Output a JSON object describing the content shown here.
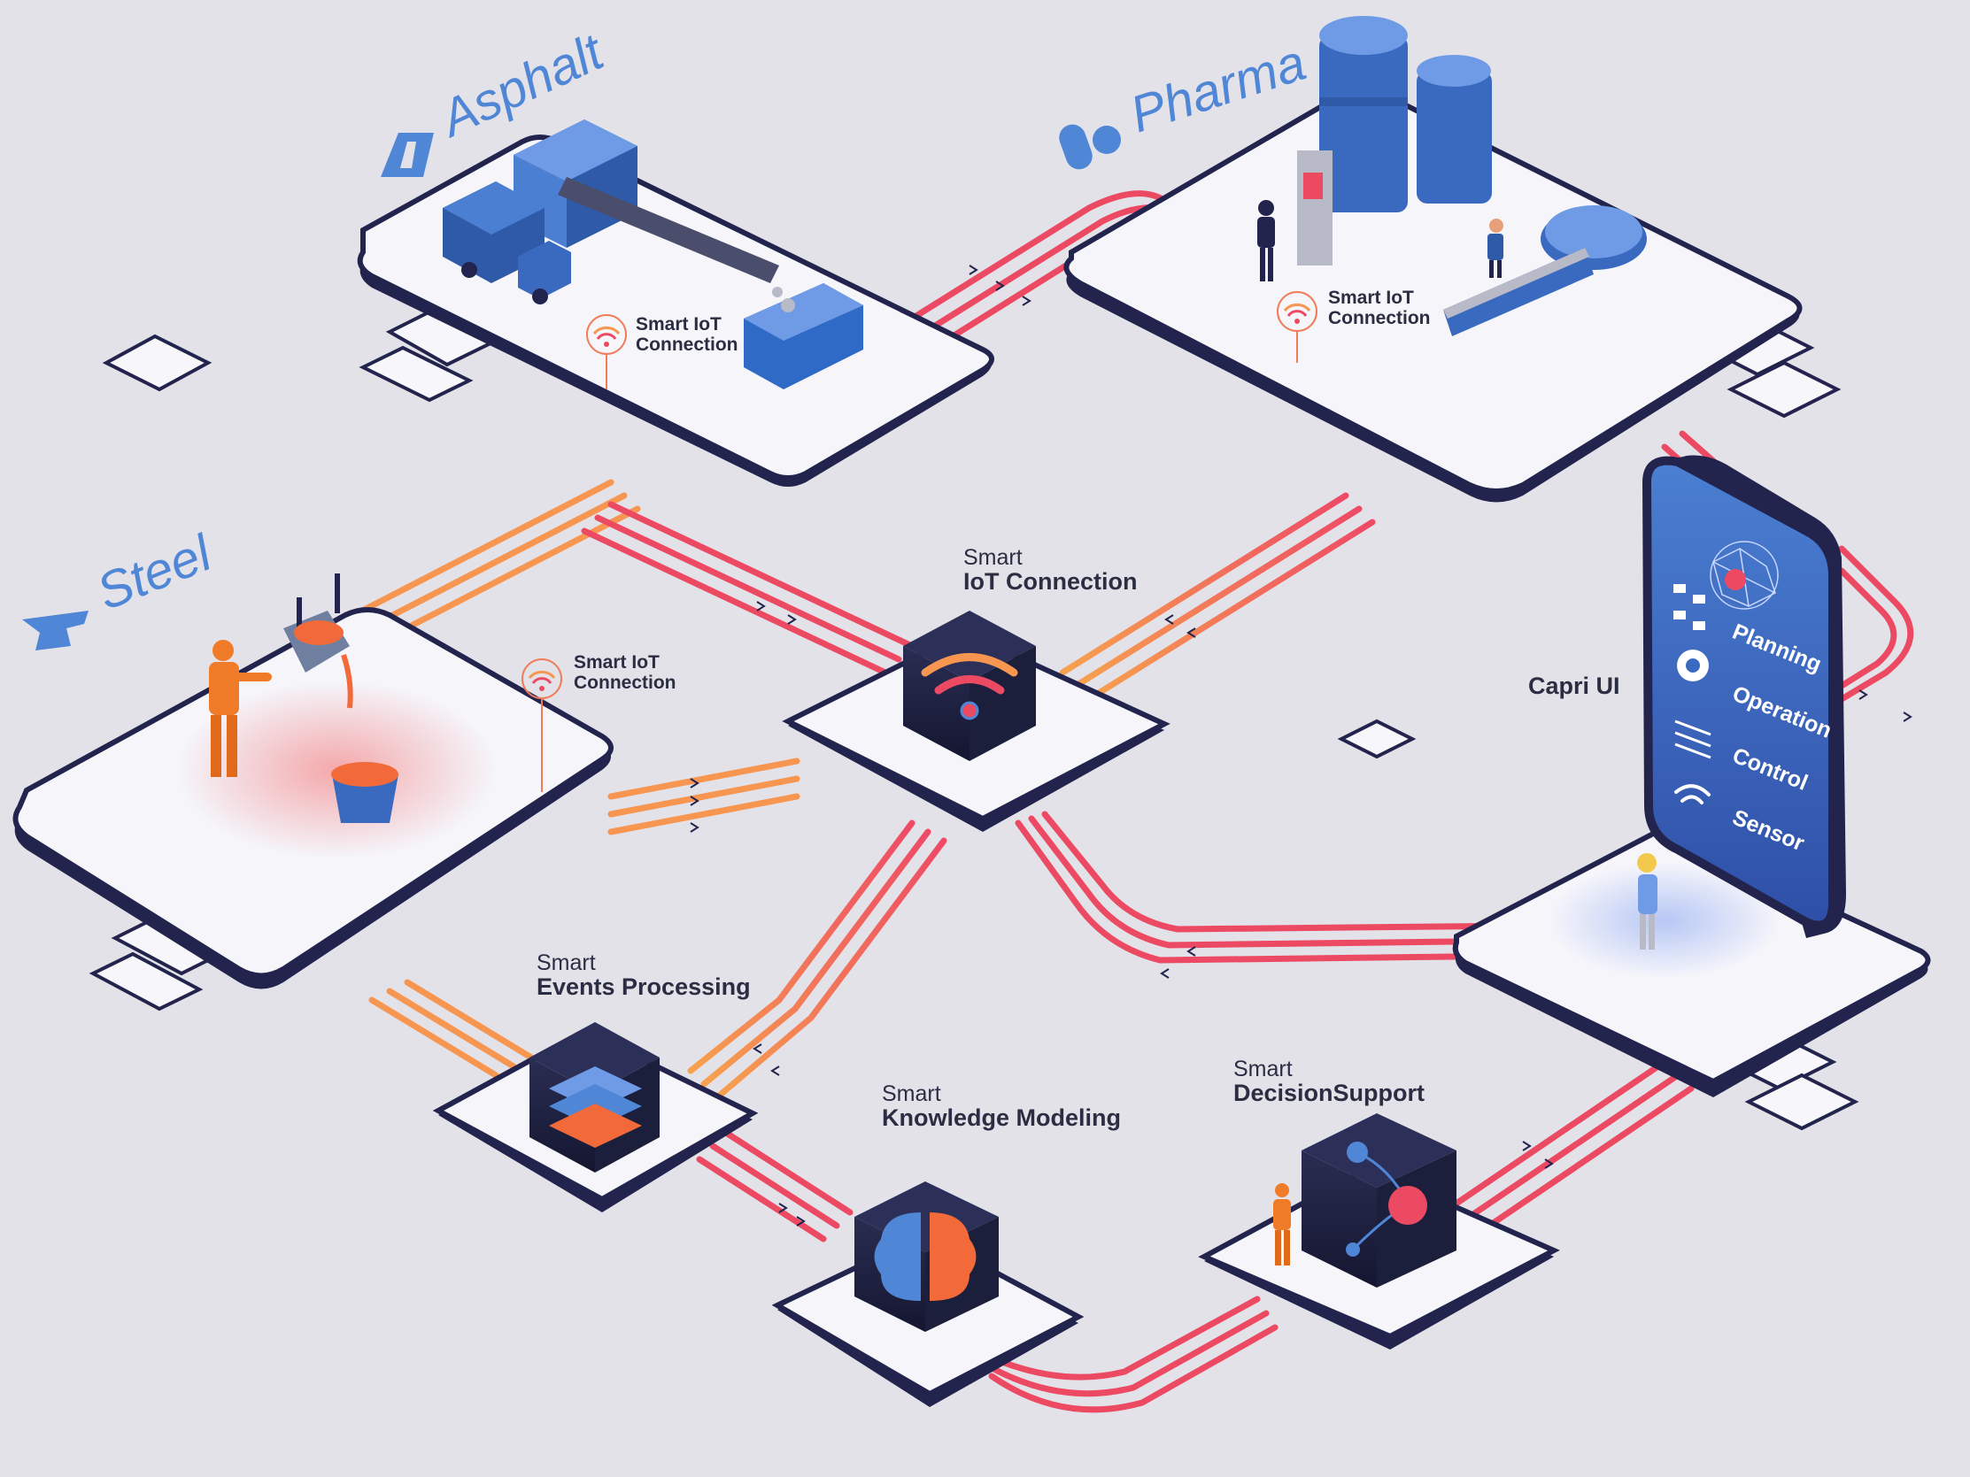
{
  "sectors": {
    "asphalt": "Asphalt",
    "pharma": "Pharma",
    "steel": "Steel"
  },
  "connection_labels": {
    "asphalt": {
      "line1": "Smart IoT",
      "line2": "Connection"
    },
    "pharma": {
      "line1": "Smart IoT",
      "line2": "Connection"
    },
    "steel": {
      "line1": "Smart IoT",
      "line2": "Connection"
    }
  },
  "nodes": {
    "iot": {
      "top": "Smart",
      "bottom": "IoT Connection"
    },
    "events": {
      "top": "Smart",
      "bottom": "Events Processing"
    },
    "knowledge": {
      "top": "Smart",
      "bottom": "Knowledge Modeling"
    },
    "decision": {
      "top": "Smart",
      "bottom": "DecisionSupport"
    }
  },
  "capri": {
    "title": "Capri UI",
    "menu": [
      {
        "label": "Planning",
        "icon": "flowchart-icon"
      },
      {
        "label": "Operation",
        "icon": "gear-icon"
      },
      {
        "label": "Control",
        "icon": "sliders-icon"
      },
      {
        "label": "Sensor",
        "icon": "wifi-icon"
      }
    ]
  },
  "colors": {
    "background": "#e4e2e9",
    "platform_top": "#f5f5fa",
    "platform_side": "#23244d",
    "accent_blue": "#4f86d6",
    "line_red": "#ec4a63",
    "line_orange": "#f79650",
    "cube_dark": "#1c1f3c"
  }
}
